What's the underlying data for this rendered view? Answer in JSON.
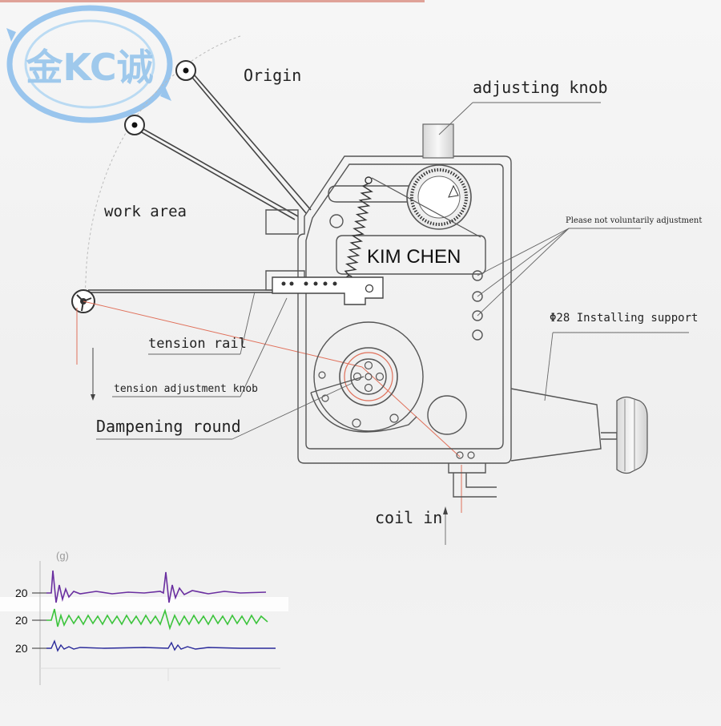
{
  "logo": {
    "text": "金KC诚",
    "color": "#4f9fe8"
  },
  "labels": {
    "origin": "Origin",
    "adjusting_knob": "adjusting knob",
    "work_area": "work area",
    "please_not": "Please not voluntarily adjustment",
    "brand": "KIM CHEN",
    "installing_support": "Φ28 Installing support",
    "tension_rail": "tension rail",
    "tension_adjustment_knob": "tension adjustment knob",
    "dampening_round": "Dampening round",
    "coil_in": "coil in"
  },
  "graph": {
    "unit": "(g)",
    "row_labels": [
      "20",
      "20",
      "20"
    ],
    "colors": [
      "#6a2fa0",
      "#3cc43c",
      "#2a2a9a"
    ]
  },
  "colors": {
    "line": "#555555",
    "wire": "#e0705a"
  }
}
